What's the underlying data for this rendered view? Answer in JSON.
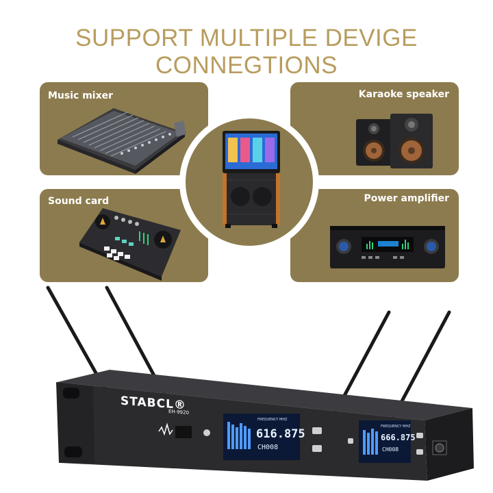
{
  "headline": "SUPPORT MULTIPLE DEVIGE CONNEGTIONS",
  "devices": {
    "music_mixer": "Music mixer",
    "karaoke_speaker": "Karaoke speaker",
    "sound_card": "Sound card",
    "power_amplifier": "Power amplifier"
  },
  "receiver": {
    "brand": "STABCL®",
    "model": "EH-9920",
    "channel1": {
      "label": "FREQUENCY MHZ",
      "frequency": "616.875",
      "channel": "CH008"
    },
    "channel2": {
      "label": "FREQUENCY MHZ",
      "frequency": "666.875",
      "channel": "CH008"
    }
  },
  "colors": {
    "panel": "#8c7b4e",
    "headline": "#b89c5e",
    "receiver_body": "#2b2b2e"
  }
}
